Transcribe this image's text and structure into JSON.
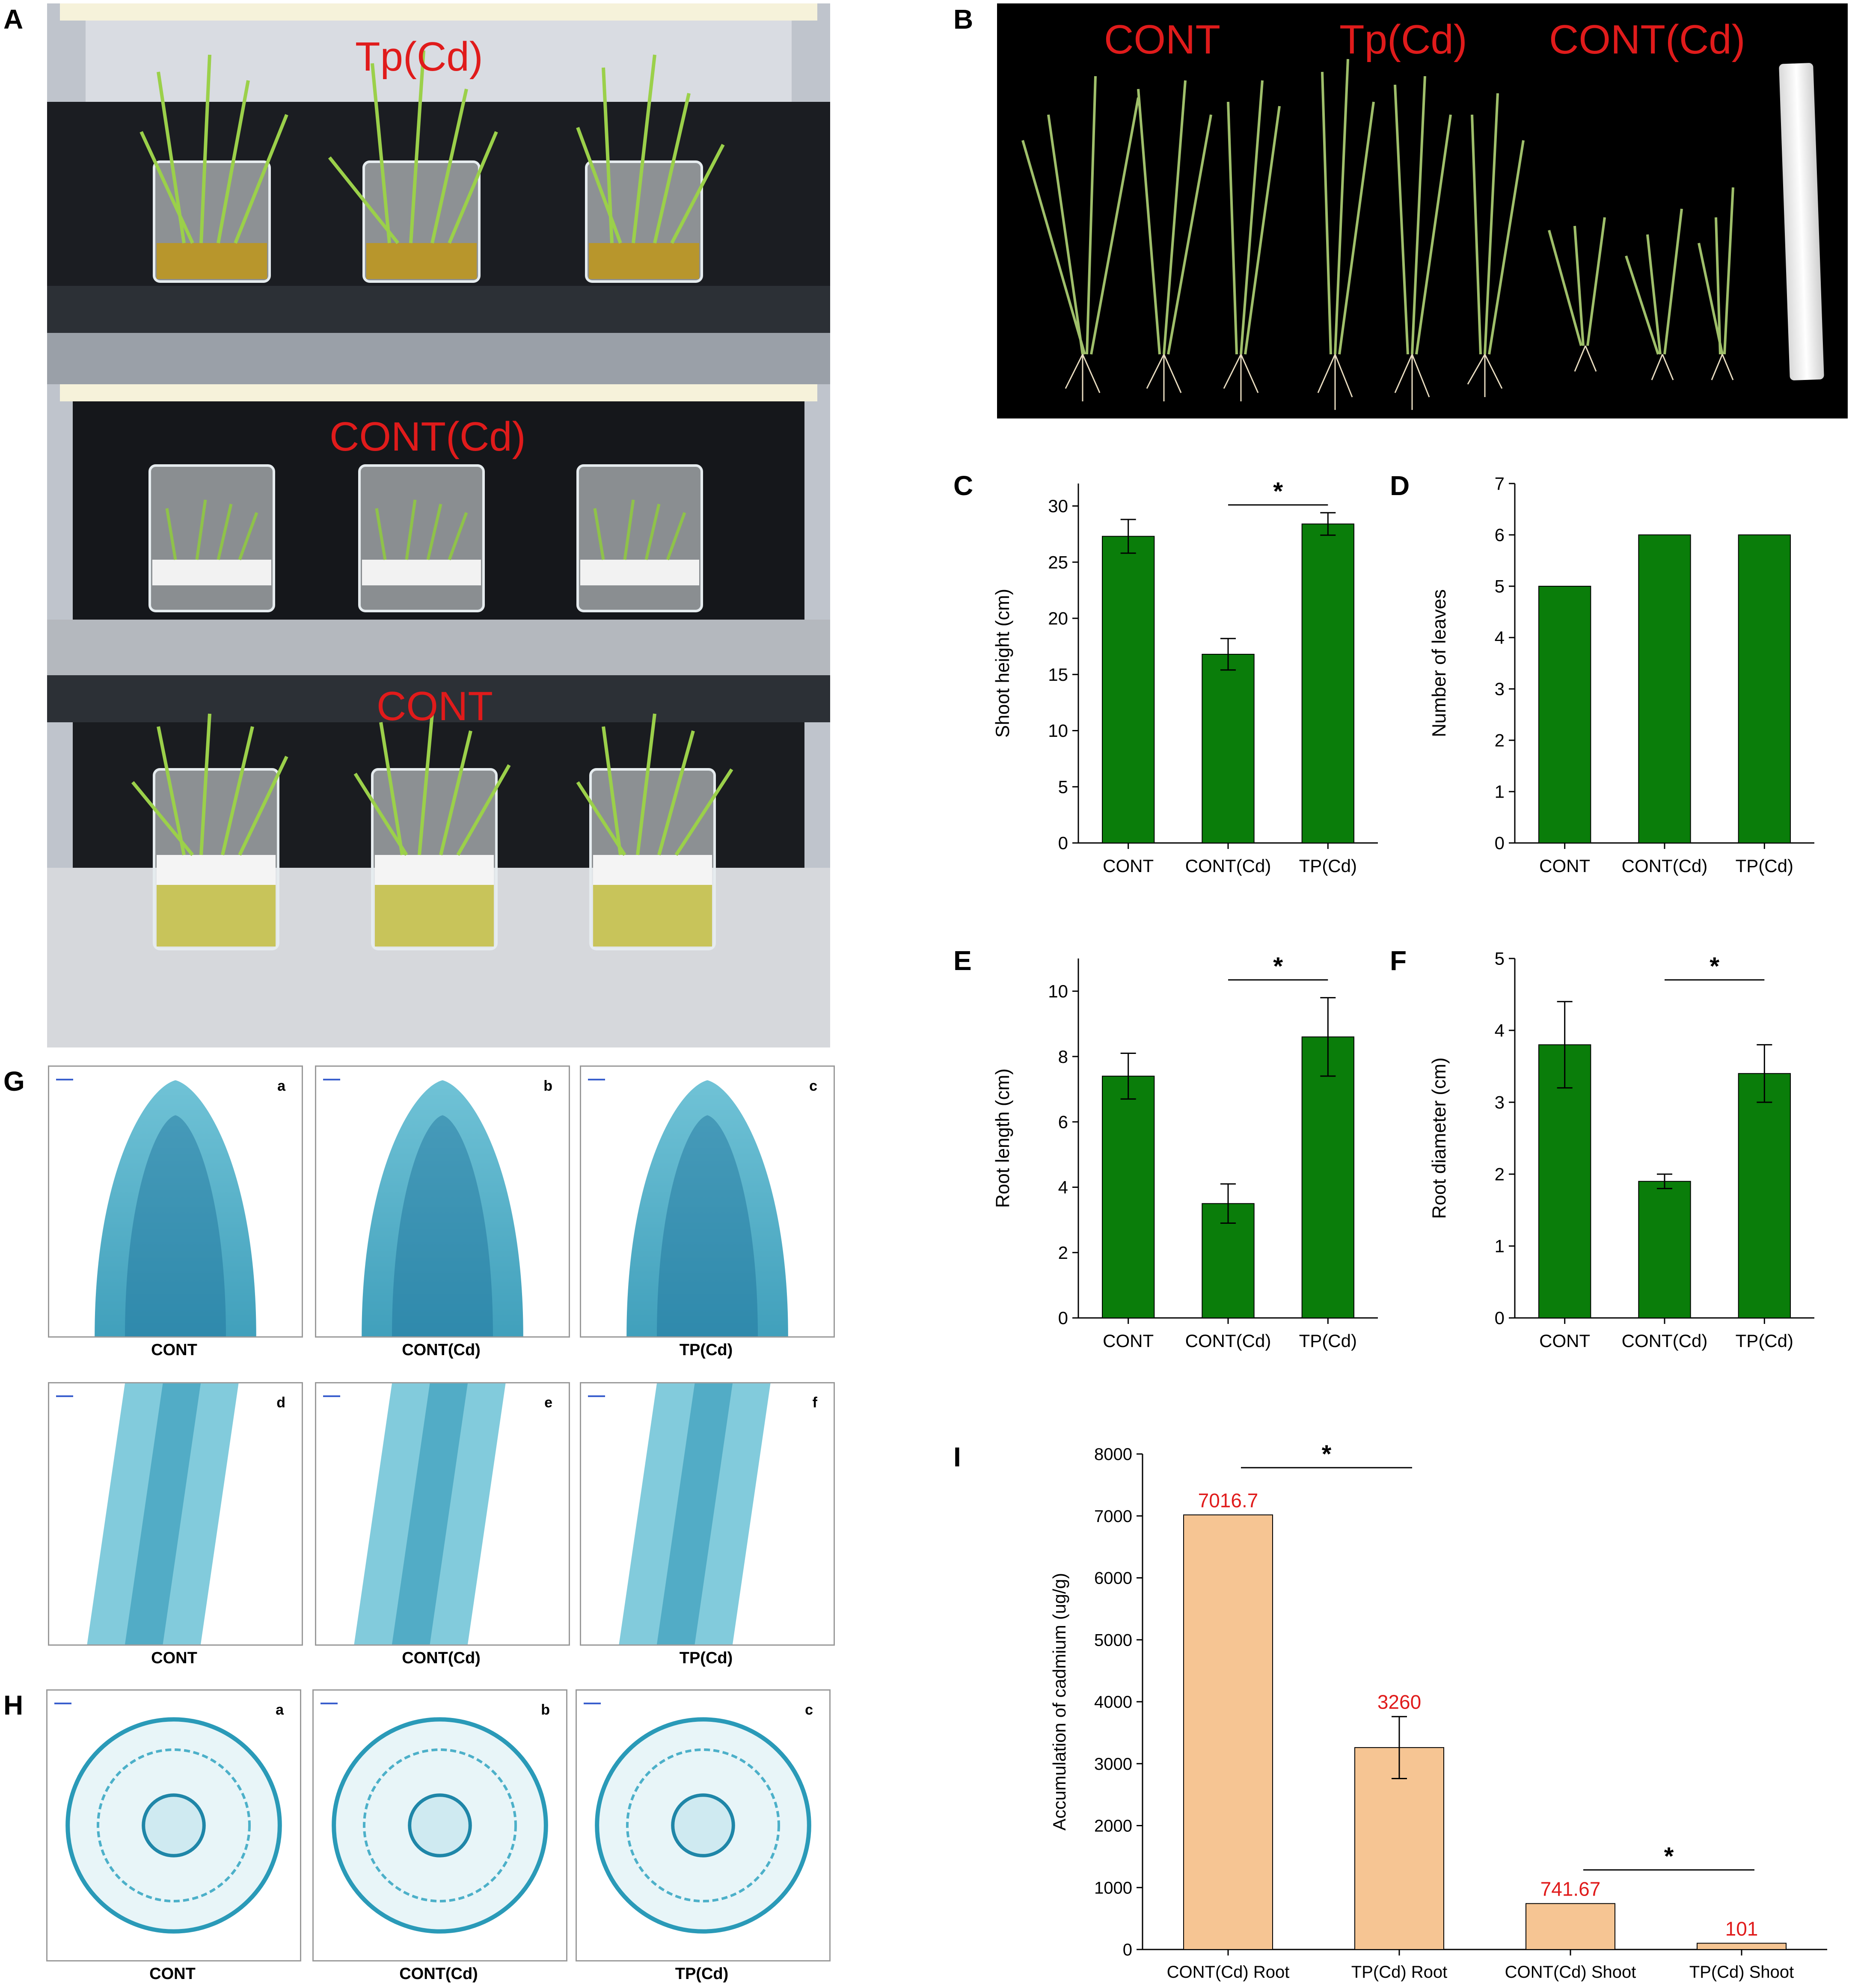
{
  "panels": {
    "A": "A",
    "B": "B",
    "C": "C",
    "D": "D",
    "E": "E",
    "F": "F",
    "G": "G",
    "H": "H",
    "I": "I"
  },
  "panel_a": {
    "labels": [
      "Tp(Cd)",
      "CONT(Cd)",
      "CONT"
    ]
  },
  "panel_b": {
    "labels": [
      "CONT",
      "Tp(Cd)",
      "CONT(Cd)"
    ]
  },
  "panel_g": {
    "subs": [
      "a",
      "b",
      "c",
      "d",
      "e",
      "f"
    ],
    "labels": [
      "CONT",
      "CONT(Cd)",
      "TP(Cd)",
      "CONT",
      "CONT(Cd)",
      "TP(Cd)"
    ]
  },
  "panel_h": {
    "subs": [
      "a",
      "b",
      "c"
    ],
    "labels": [
      "CONT",
      "CONT(Cd)",
      "TP(Cd)"
    ]
  },
  "colors": {
    "green_bar": "#0a7d0a",
    "orange_bar": "#f6c593",
    "value_red": "#e01b1b"
  },
  "chart_data": [
    {
      "id": "C",
      "type": "bar",
      "categories": [
        "CONT",
        "CONT(Cd)",
        "TP(Cd)"
      ],
      "values": [
        27.3,
        16.8,
        28.4
      ],
      "errors": [
        1.5,
        1.4,
        1.0
      ],
      "ylabel": "Shoot height (cm)",
      "ylim": [
        0,
        32
      ],
      "yticks": [
        0,
        5,
        10,
        15,
        20,
        25,
        30
      ],
      "significance": [
        {
          "from": 1,
          "to": 2,
          "label": "*"
        }
      ]
    },
    {
      "id": "D",
      "type": "bar",
      "categories": [
        "CONT",
        "CONT(Cd)",
        "TP(Cd)"
      ],
      "values": [
        5,
        6,
        6
      ],
      "errors": [
        0,
        0,
        0
      ],
      "ylabel": "Number of leaves",
      "ylim": [
        0,
        7
      ],
      "yticks": [
        0,
        1,
        2,
        3,
        4,
        5,
        6,
        7
      ],
      "significance": []
    },
    {
      "id": "E",
      "type": "bar",
      "categories": [
        "CONT",
        "CONT(Cd)",
        "TP(Cd)"
      ],
      "values": [
        7.4,
        3.5,
        8.6
      ],
      "errors": [
        0.7,
        0.6,
        1.2
      ],
      "ylabel": "Root length (cm)",
      "ylim": [
        0,
        11
      ],
      "yticks": [
        0,
        2,
        4,
        6,
        8,
        10
      ],
      "significance": [
        {
          "from": 1,
          "to": 2,
          "label": "*"
        }
      ]
    },
    {
      "id": "F",
      "type": "bar",
      "categories": [
        "CONT",
        "CONT(Cd)",
        "TP(Cd)"
      ],
      "values": [
        3.8,
        1.9,
        3.4
      ],
      "errors": [
        0.6,
        0.1,
        0.4
      ],
      "ylabel": "Root diameter (cm)",
      "ylim": [
        0,
        5
      ],
      "yticks": [
        0,
        1,
        2,
        3,
        4,
        5
      ],
      "significance": [
        {
          "from": 1,
          "to": 2,
          "label": "*"
        }
      ]
    },
    {
      "id": "I",
      "type": "bar",
      "categories": [
        "CONT(Cd) Root",
        "TP(Cd) Root",
        "CONT(Cd) Shoot",
        "TP(Cd) Shoot"
      ],
      "values": [
        7016.7,
        3260,
        741.67,
        101
      ],
      "errors": [
        0,
        500,
        0,
        0
      ],
      "value_labels": [
        "7016.7",
        "3260",
        "741.67",
        "101"
      ],
      "ylabel": "Accumulation of cadmium (ug/g)",
      "ylim": [
        0,
        8000
      ],
      "yticks": [
        0,
        1000,
        2000,
        3000,
        4000,
        5000,
        6000,
        7000,
        8000
      ],
      "significance": [
        {
          "from": 0,
          "to": 1,
          "label": "*"
        },
        {
          "from": 2,
          "to": 3,
          "label": "*"
        }
      ]
    }
  ]
}
